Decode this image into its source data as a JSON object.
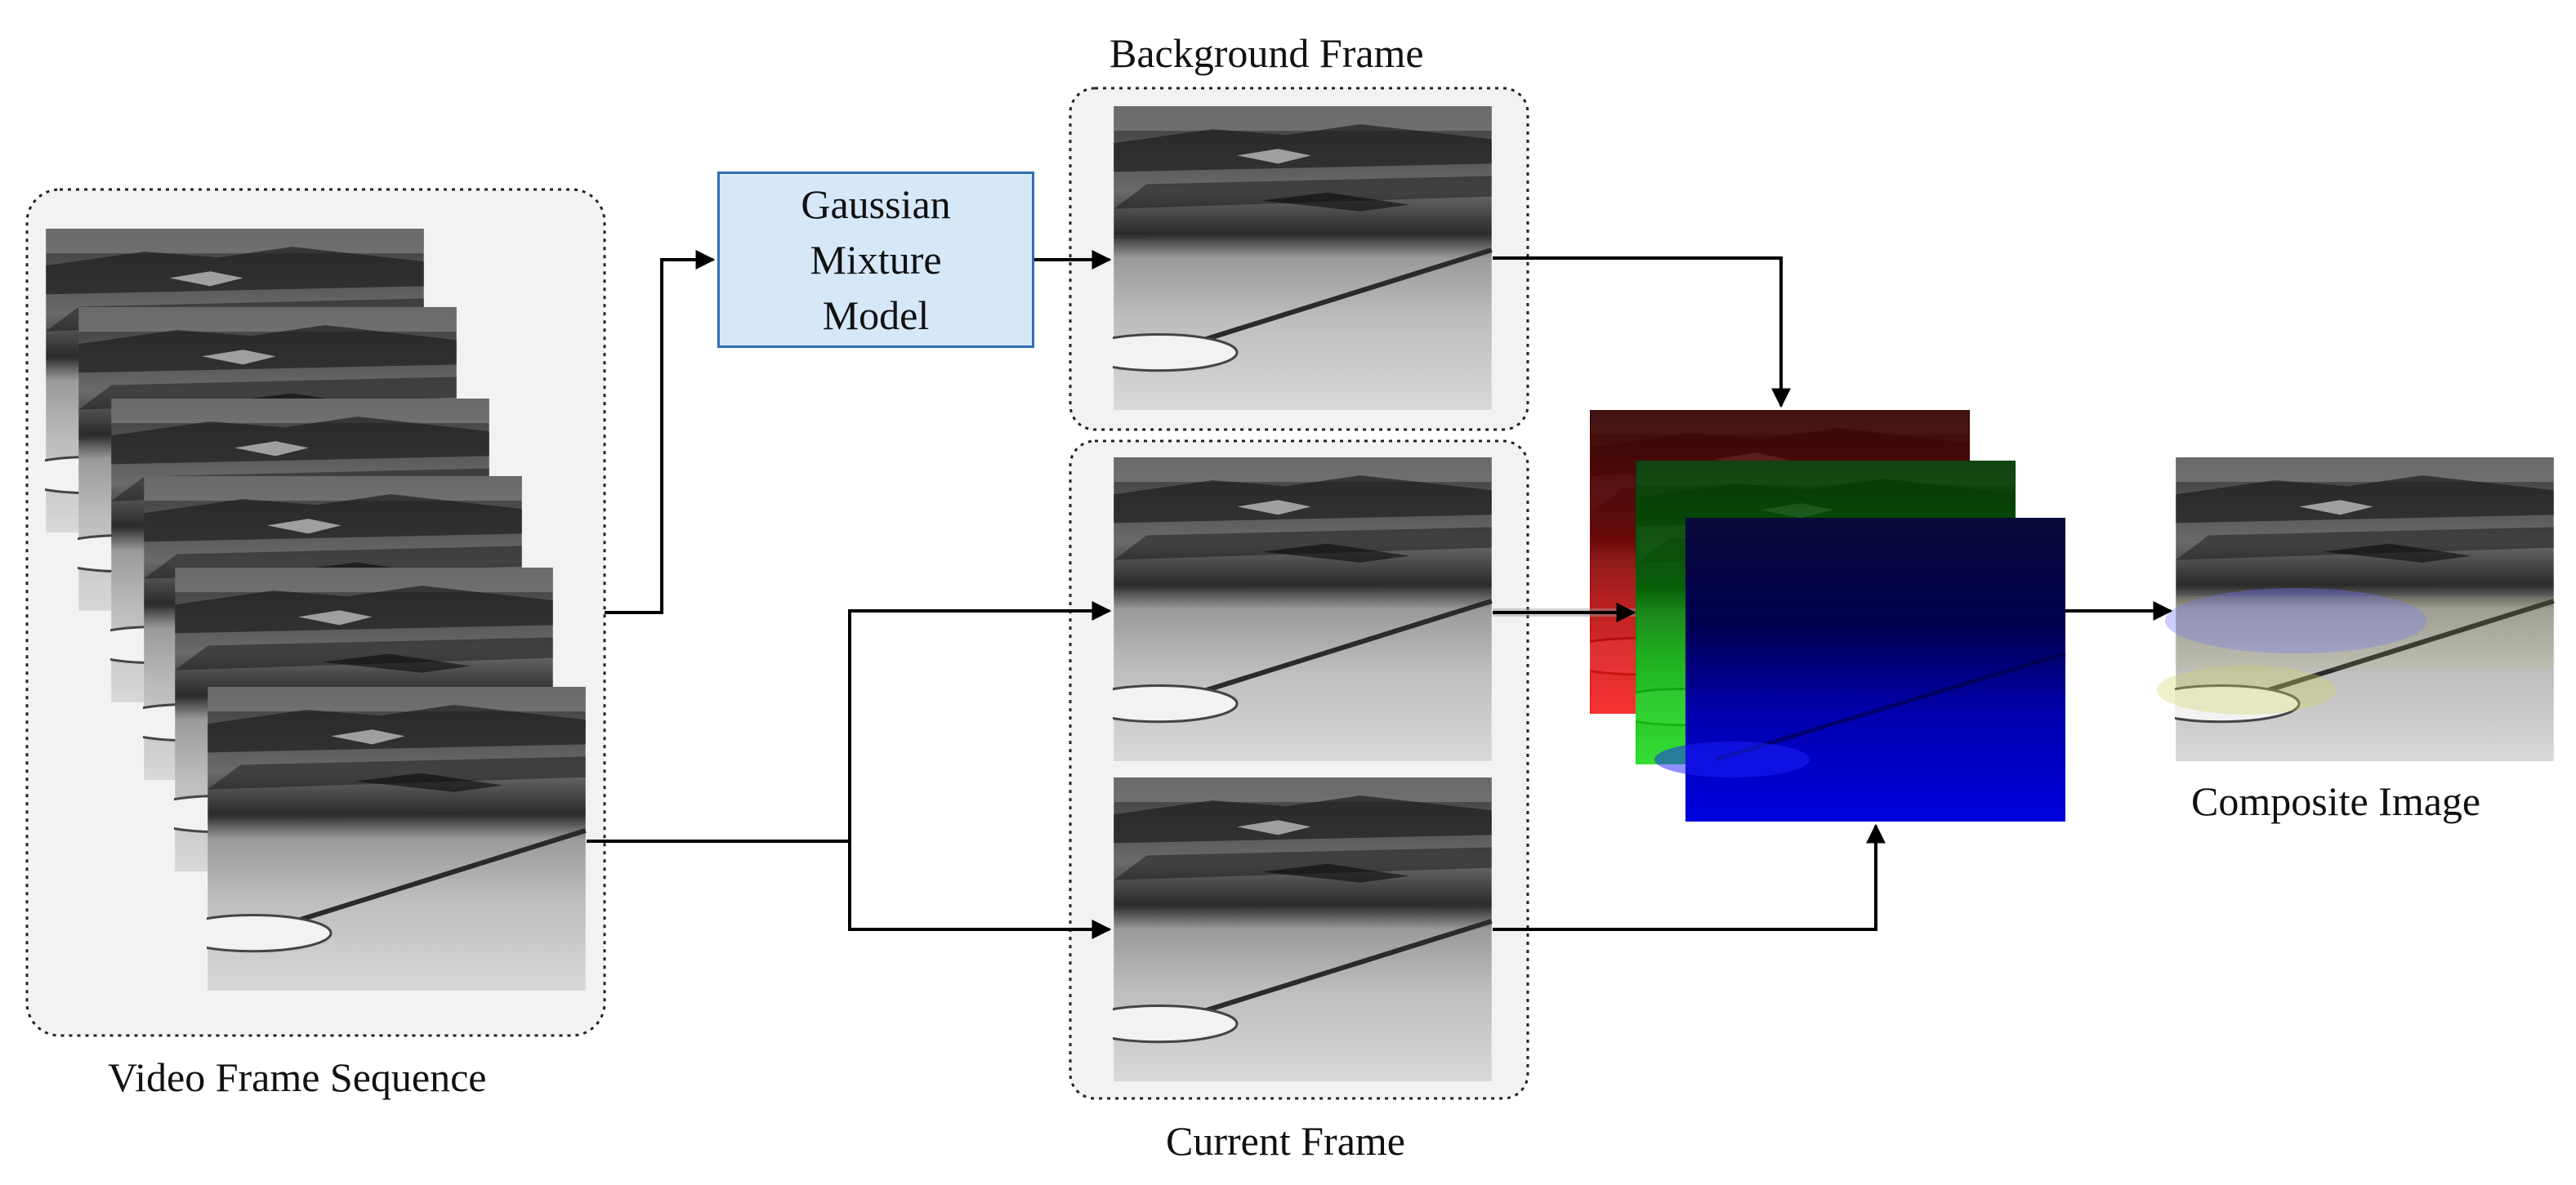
{
  "labels": {
    "video_sequence": "Video Frame Sequence",
    "background_frame": "Background Frame",
    "current_frame": "Current Frame",
    "composite_image": "Composite Image"
  },
  "gmm": {
    "line1": "Gaussian",
    "line2": "Mixture",
    "line3": "Model"
  },
  "colors": {
    "gmm_fill": "#d6e8f8",
    "gmm_border": "#2f6fb0",
    "group_fill": "#f2f2f2",
    "red_channel": "#cc0000",
    "green_channel": "#00b000",
    "blue_channel": "#0000cc"
  }
}
